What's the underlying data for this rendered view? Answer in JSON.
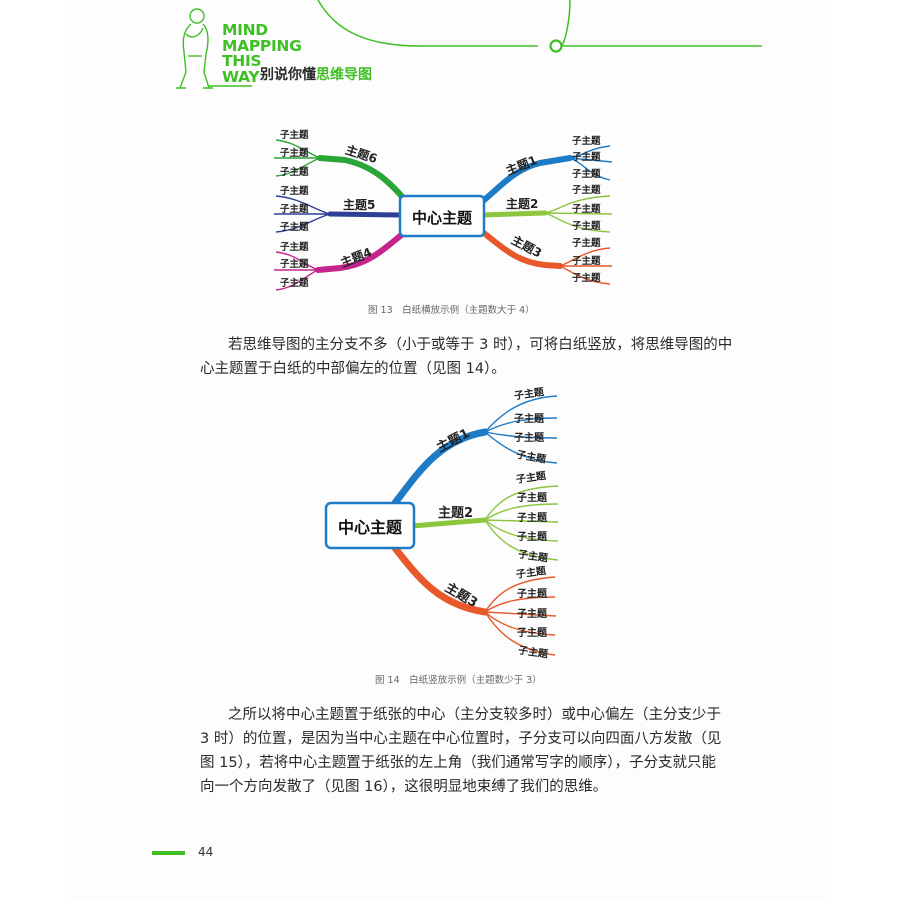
{
  "header": {
    "title_lines": [
      "MIND",
      "MAPPING",
      "THIS",
      "WAY"
    ],
    "subtitle_prefix": "别说你懂",
    "subtitle_highlight": "思维导图"
  },
  "figure13": {
    "center": "中心主题",
    "branches": [
      {
        "label": "主题1",
        "color": "#1e7bc6",
        "subs": [
          "子主题",
          "子主题",
          "子主题"
        ]
      },
      {
        "label": "主题2",
        "color": "#8cc63e",
        "subs": [
          "子主题",
          "子主题",
          "子主题"
        ]
      },
      {
        "label": "主题3",
        "color": "#e8582a",
        "subs": [
          "子主题",
          "子主题",
          "子主题"
        ]
      },
      {
        "label": "主题4",
        "color": "#c4258d",
        "subs": [
          "子主题",
          "子主题",
          "子主题"
        ]
      },
      {
        "label": "主题5",
        "color": "#2d3f95",
        "subs": [
          "子主题",
          "子主题",
          "子主题"
        ]
      },
      {
        "label": "主题6",
        "color": "#2aa538",
        "subs": [
          "子主题",
          "子主题",
          "子主题"
        ]
      }
    ],
    "caption": "图 13　白纸横放示例（主题数大于 4）"
  },
  "paragraph1": [
    "若思维导图的主分支不多（小于或等于 3 时），可将白纸竖放，将思维导图的中",
    "心主题置于白纸的中部偏左的位置（见图 14）。"
  ],
  "figure14": {
    "center": "中心主题",
    "branches": [
      {
        "label": "主题1",
        "color": "#1e7bc6",
        "subs": [
          "子主题",
          "子主题",
          "子主题",
          "子主题"
        ]
      },
      {
        "label": "主题2",
        "color": "#8cc63e",
        "subs": [
          "子主题",
          "子主题",
          "子主题",
          "子主题",
          "子主题"
        ]
      },
      {
        "label": "主题3",
        "color": "#e8582a",
        "subs": [
          "子主题",
          "子主题",
          "子主题",
          "子主题",
          "子主题"
        ]
      }
    ],
    "caption": "图 14　白纸竖放示例（主题数少于 3）"
  },
  "paragraph2": [
    "之所以将中心主题置于纸张的中心（主分支较多时）或中心偏左（主分支少于",
    "3 时）的位置，是因为当中心主题在中心位置时，子分支可以向四面八方发散（见",
    "图 15），若将中心主题置于纸张的左上角（我们通常写字的顺序），子分支就只能",
    "向一个方向发散了（见图 16），这很明显地束缚了我们的思维。"
  ],
  "page_number": "44",
  "colors": {
    "accent": "#3fbf24"
  }
}
